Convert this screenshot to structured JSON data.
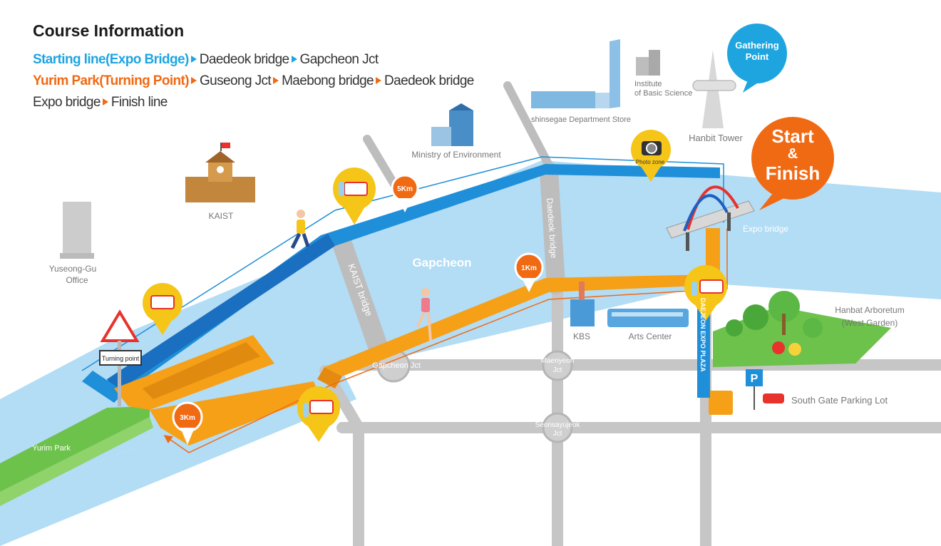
{
  "header": {
    "title": "Course Information",
    "route1": {
      "start": "Starting line(Expo Bridge)",
      "stop1": "Daedeok bridge",
      "stop2": "Gapcheon Jct"
    },
    "route2": {
      "start": "Yurim Park(Turning Point)",
      "stop1": "Guseong Jct",
      "stop2": "Maebong bridge",
      "stop3": "Daedeok bridge"
    },
    "route3": {
      "start": "Expo bridge",
      "stop1": "Finish line"
    }
  },
  "labels": {
    "yuseong": [
      "Yuseong-Gu",
      "Office"
    ],
    "kaist": "KAIST",
    "ministry": "Ministry of Environment",
    "shinsegae": "shinsegae Department Store",
    "ibs": [
      "Institute",
      "of Basic Science"
    ],
    "hanbit": "Hanbit Tower",
    "gathering": [
      "Gathering",
      "Point"
    ],
    "start_finish": [
      "Start",
      "&",
      "Finish"
    ],
    "expo_bridge": "Expo bridge",
    "gapcheon": "Gapcheon",
    "kaist_bridge": "KAIST bridge",
    "daedeok_bridge": "Daedeok bridge",
    "kbs": "KBS",
    "arts_center": "Arts Center",
    "hanbat": [
      "Hanbat Arboretum",
      "(West Garden)"
    ],
    "daejeon_expo_plaza": "DAEJEON EXPO PLAZA",
    "parking": "South Gate Parking Lot",
    "parking_sign": "P",
    "gapcheon_jct": "Gapcheon Jct",
    "maenyeon_jct": [
      "Maenyeon",
      "Jct"
    ],
    "seonsayujeok_jct": [
      "Seonsayujeok",
      "Jct"
    ],
    "turning_point": "Turning point",
    "yurim_park": "Yurim Park",
    "photo_zone": "Photo zone"
  },
  "markers": {
    "km1": "1Km",
    "km3": "3Km",
    "km5": "5Km"
  },
  "colors": {
    "blue_route": "#1e8fd8",
    "orange_route": "#f5a017",
    "river": "#b3dcf5",
    "road": "#c4c4c4",
    "green": "#6cc24a",
    "accent": "#f06a14"
  }
}
